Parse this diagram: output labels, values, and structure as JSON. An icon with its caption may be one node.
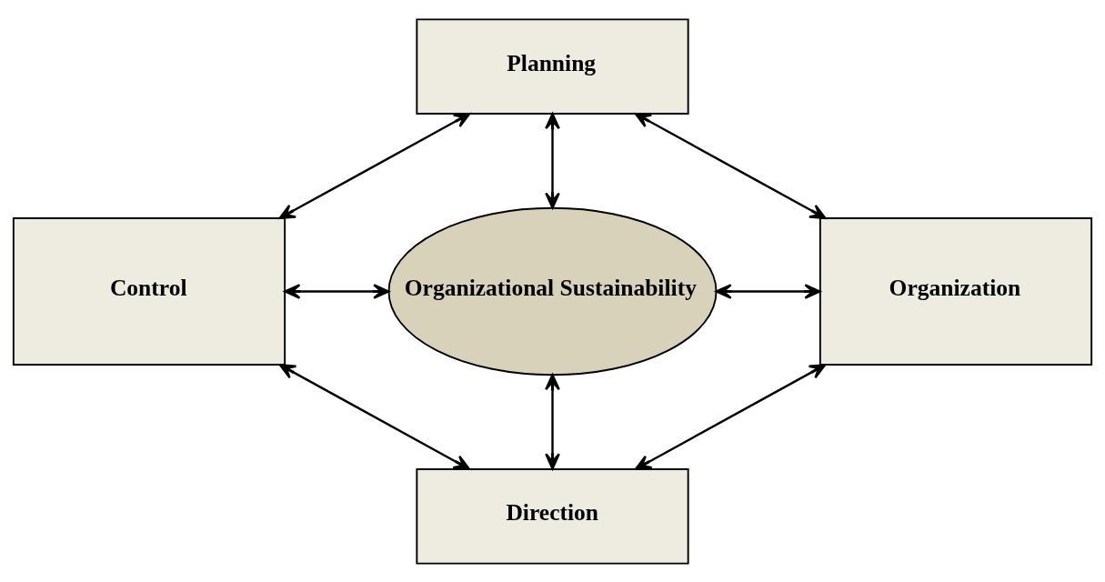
{
  "diagram": {
    "nodes": [
      {
        "text": [
          "Planning"
        ]
      },
      {
        "text": [
          "Control"
        ]
      },
      {
        "text": [
          "Organizational Sustainability"
        ]
      },
      {
        "text": [
          "Organization"
        ]
      },
      {
        "text": [
          "Direction"
        ]
      }
    ],
    "edges": [
      {
        "from": 0,
        "to": 1,
        "arrow": "both"
      },
      {
        "from": 0,
        "to": 3,
        "arrow": "both"
      },
      {
        "from": 0,
        "to": 2,
        "arrow": "both"
      },
      {
        "from": 1,
        "to": 2,
        "arrow": "both"
      },
      {
        "from": 2,
        "to": 3,
        "arrow": "both"
      },
      {
        "from": 2,
        "to": 4,
        "arrow": "both"
      },
      {
        "from": 1,
        "to": 4,
        "arrow": "both"
      },
      {
        "from": 3,
        "to": 4,
        "arrow": "both"
      }
    ]
  }
}
